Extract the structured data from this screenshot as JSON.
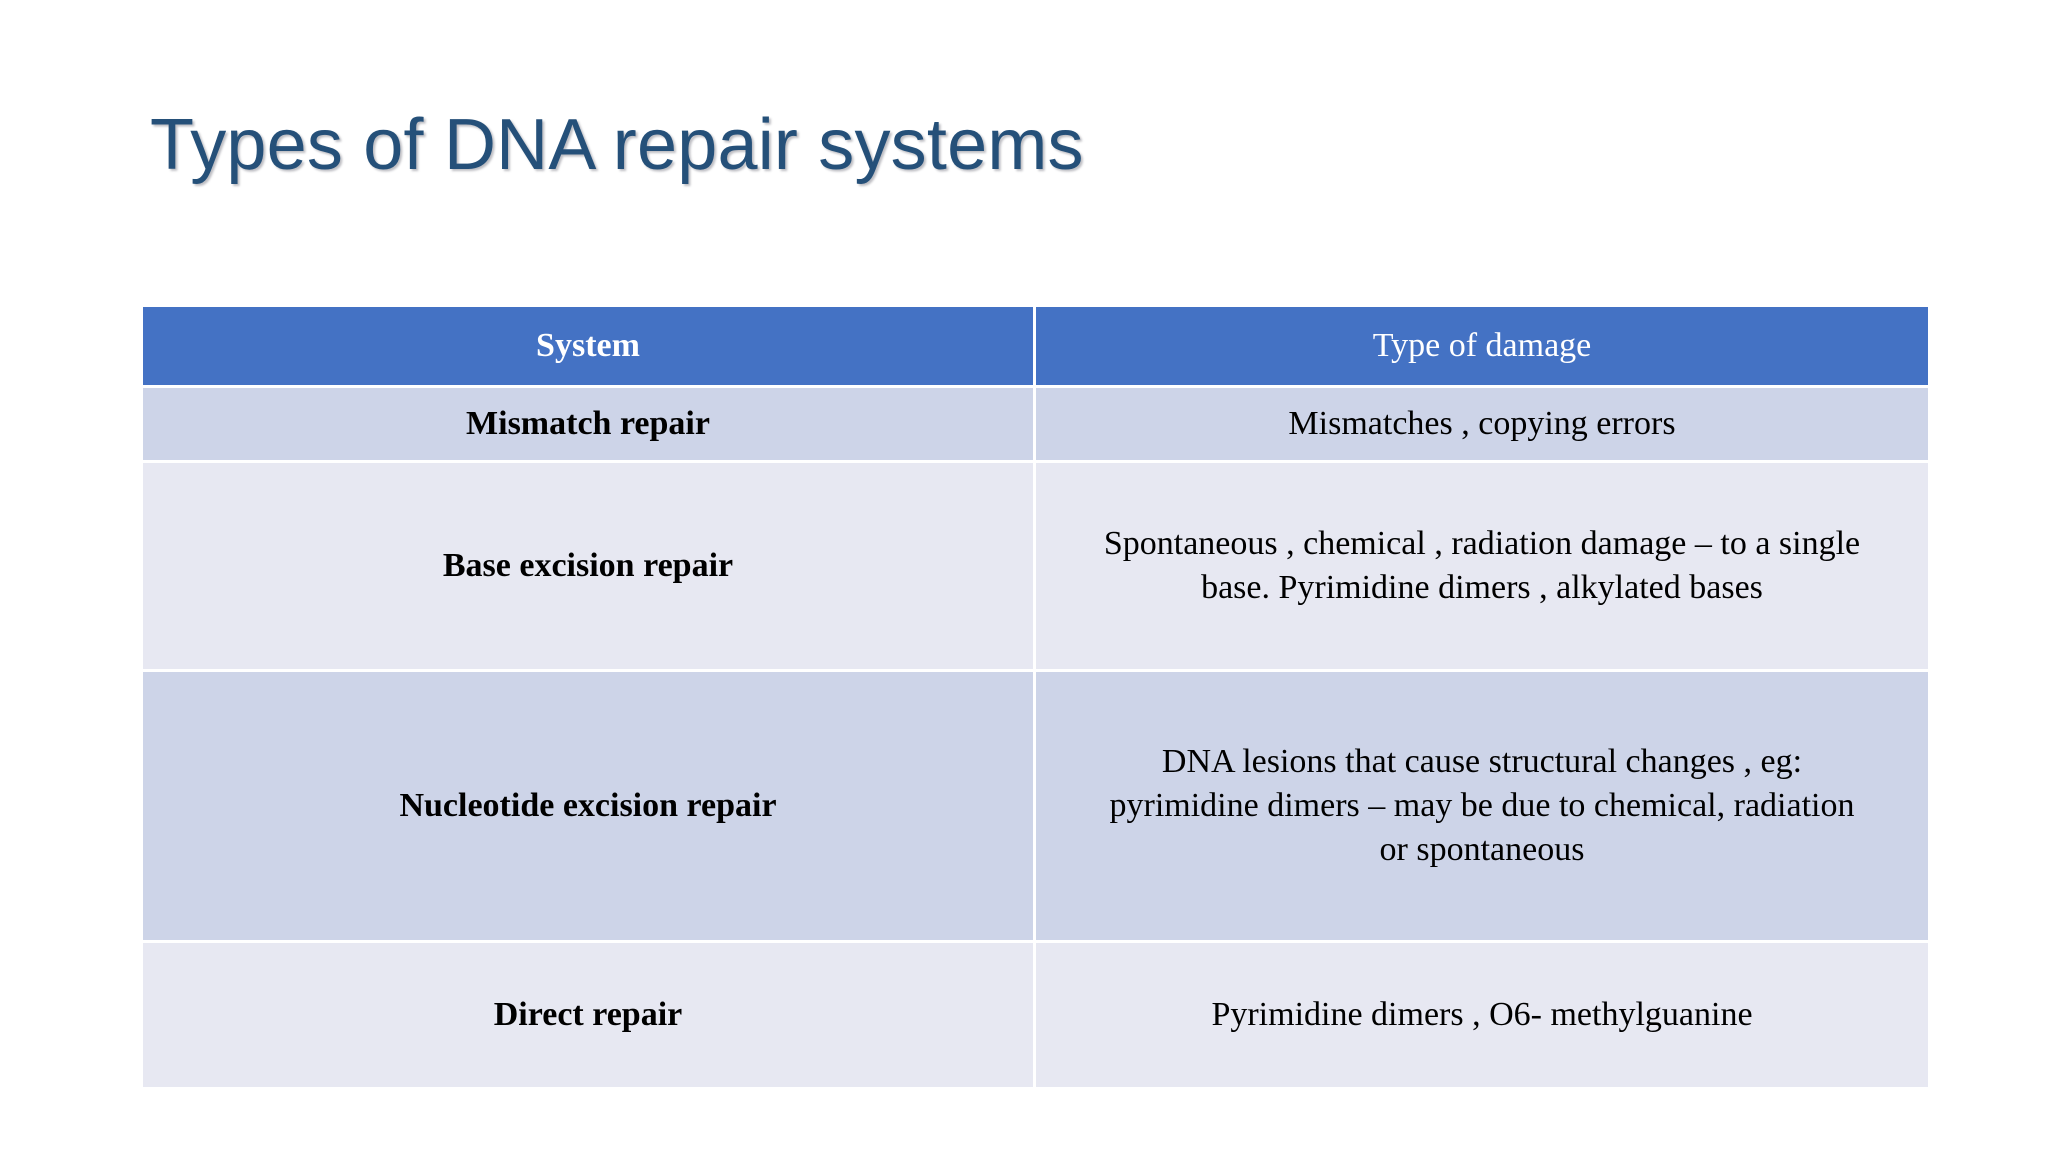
{
  "slide": {
    "title": "Types of DNA repair systems",
    "title_color": "#255079",
    "background_color": "#FFFFFF"
  },
  "table": {
    "header_background": "#4472C4",
    "header_text_color": "#FFFFFF",
    "band_dark": "#CDD4E8",
    "band_light": "#E7E8F2",
    "columns": [
      {
        "key": "system",
        "label": "System"
      },
      {
        "key": "damage",
        "label": "Type of damage"
      }
    ],
    "rows": [
      {
        "system": "Mismatch repair",
        "damage_lines": [
          "Mismatches , copying errors"
        ],
        "damage": "Mismatches , copying errors"
      },
      {
        "system": "Base excision repair",
        "damage_lines": [
          "Spontaneous , chemical , radiation damage – to a single",
          "base. Pyrimidine dimers , alkylated bases"
        ],
        "damage": "Spontaneous , chemical , radiation damage – to a single base. Pyrimidine dimers , alkylated bases"
      },
      {
        "system": "Nucleotide excision repair",
        "damage_lines": [
          "DNA lesions that cause structural changes , eg:",
          "pyrimidine dimers – may be due to chemical, radiation",
          "or spontaneous"
        ],
        "damage": "DNA lesions that cause structural changes , eg: pyrimidine dimers – may be due to chemical, radiation or spontaneous"
      },
      {
        "system": "Direct repair",
        "damage_lines": [
          "Pyrimidine dimers , O6- methylguanine"
        ],
        "damage": "Pyrimidine dimers , O6- methylguanine"
      }
    ]
  }
}
